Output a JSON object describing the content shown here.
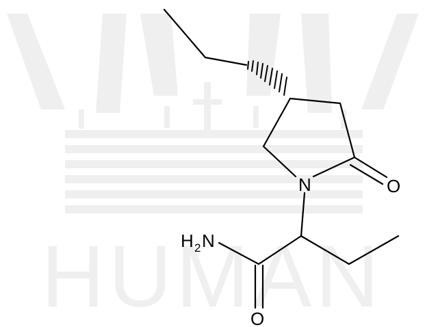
{
  "watermark": {
    "text": "HUMAN",
    "color": "#efefef"
  },
  "molecule": {
    "atoms": {
      "nitrogen_ring": "N",
      "oxygen_carbonyl": "O",
      "oxygen_amide": "O",
      "amide_group": {
        "h": "H",
        "sub": "2",
        "n": "N"
      }
    },
    "bond_color": "#000000"
  }
}
